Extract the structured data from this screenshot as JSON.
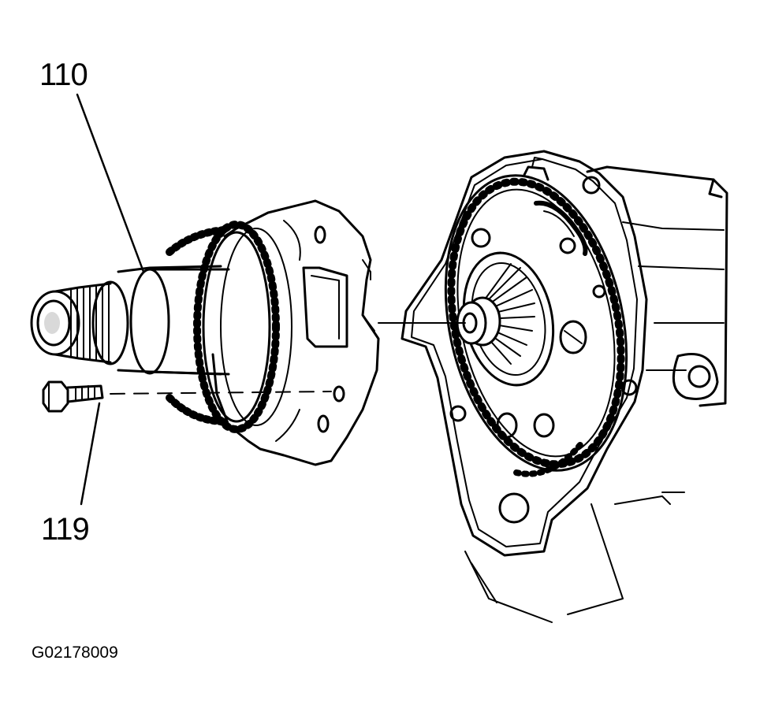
{
  "callouts": [
    {
      "id": "110",
      "label": "110"
    },
    {
      "id": "119",
      "label": "119"
    }
  ],
  "figure_id": "G02178009",
  "colors": {
    "ink": "#000000",
    "paper": "#ffffff"
  }
}
